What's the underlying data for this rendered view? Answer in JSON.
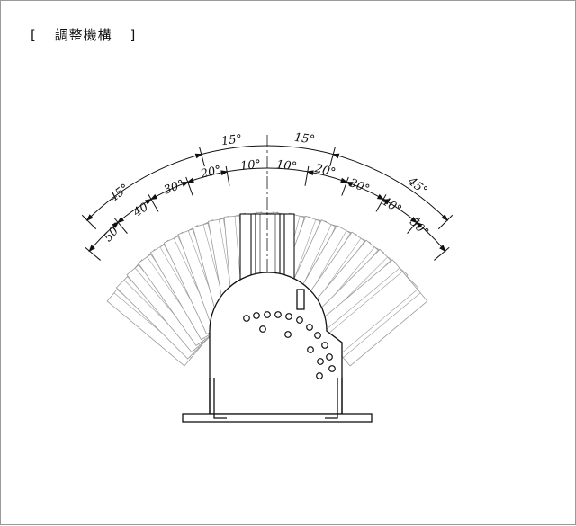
{
  "title": {
    "open_bracket": "[",
    "text": "調整機構",
    "close_bracket": "]"
  },
  "diagram": {
    "outer_labels": {
      "left_15": "15°",
      "right_15": "15°",
      "left_45": "45°",
      "right_45": "45°"
    },
    "inner_labels": {
      "left_10": "10°",
      "right_10": "10°",
      "left_20": "20°",
      "right_20": "20°",
      "left_30": "30°",
      "right_30": "30°",
      "left_40": "40°",
      "right_40": "40°",
      "left_50": "50°",
      "right_50": "50°"
    },
    "colors": {
      "line": "#111111",
      "ghost": "#9a9a9a"
    }
  }
}
